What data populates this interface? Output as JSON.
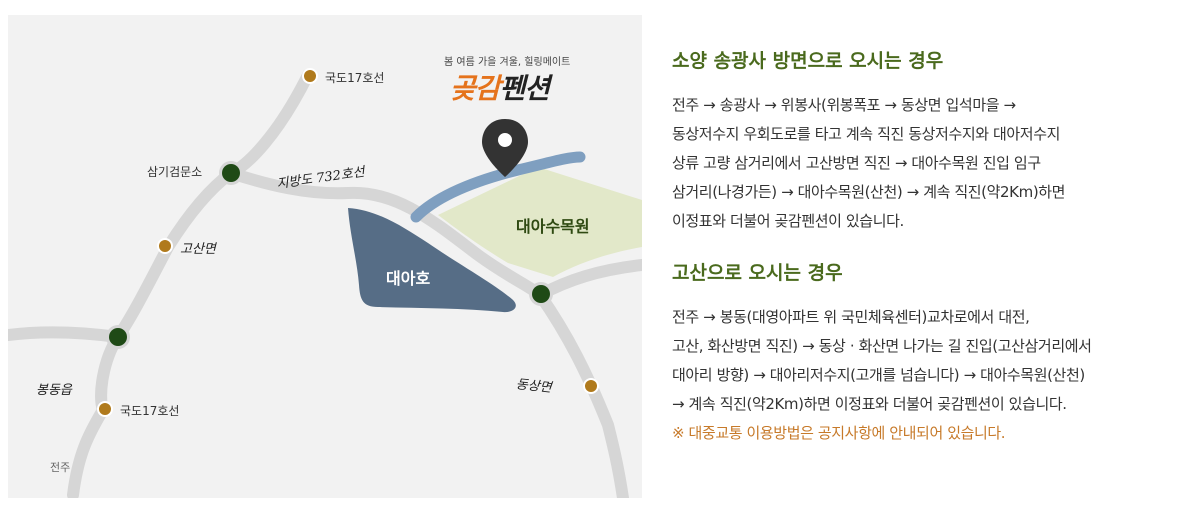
{
  "map": {
    "brand": {
      "tagline": "봄 여름 가을 겨울, 힐링메이트",
      "name_part1": "곶감",
      "name_part2": "펜션",
      "accent": "#e5731c"
    },
    "labels": {
      "route17_top": "국도17호선",
      "route17_bottom": "국도17호선",
      "samgi_junction": "삼기검문소",
      "road_732": "지방도 732호선",
      "gosan": "고산면",
      "bongdong": "봉동읍",
      "dongsang": "동상면",
      "jeonju": "전주",
      "daeaho": "대아호",
      "arboretum": "대아수목원"
    },
    "colors": {
      "road": "#d6d6d6",
      "lake": "#566d86",
      "river": "#7f9fc0",
      "arboretum": "#e2e8c9",
      "junction": "#1f4a16",
      "town": "#b07a1c"
    }
  },
  "directions": {
    "section1": {
      "title": "소양 송광사 방면으로 오시는 경우",
      "lines": [
        "전주 → 송광사 → 위봉사(위봉폭포 → 동상면 입석마을 →",
        "동상저수지 우회도로를 타고 계속 직진 동상저수지와 대아저수지",
        "상류 고량 삼거리에서 고산방면 직진 → 대아수목원 진입 임구",
        "삼거리(나경가든) → 대아수목원(산천) → 계속 직진(약2Km)하면",
        "이정표와 더불어 곶감펜션이 있습니다."
      ]
    },
    "section2": {
      "title": "고산으로 오시는 경우",
      "lines": [
        "전주 → 봉동(대영아파트 위 국민체육센터)교차로에서 대전,",
        "고산, 화산방면 직진) → 동상 · 화산면 나가는 길 진입(고산삼거리에서",
        "대아리 방향) → 대아리저수지(고개를 넘습니다) → 대아수목원(산천)",
        "→ 계속 직진(약2Km)하면 이정표와 더불어 곶감펜션이 있습니다."
      ],
      "notice": "※ 대중교통 이용방법은 공지사항에 안내되어 있습니다."
    },
    "colors": {
      "title": "#4a6a1d",
      "notice": "#c77a2a"
    }
  }
}
